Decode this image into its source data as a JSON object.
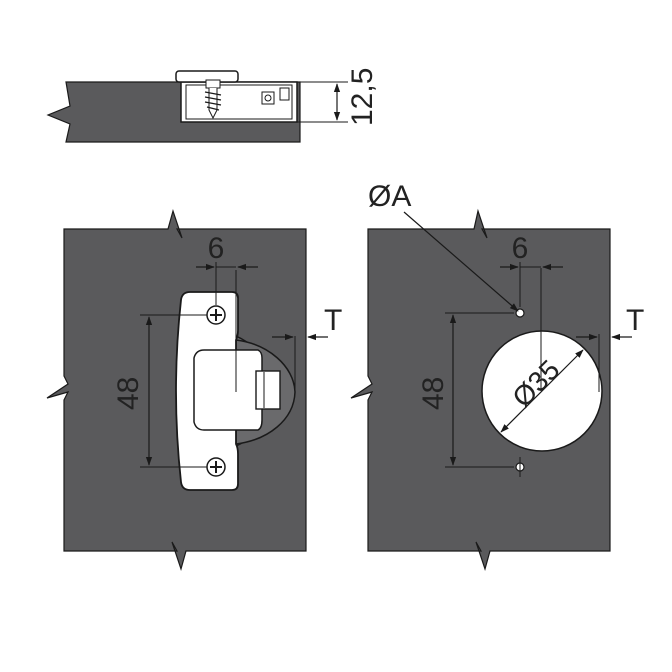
{
  "colors": {
    "panel": "#5a5a5c",
    "line": "#1a1a1a",
    "metal": "#ffffff",
    "background": "#ffffff"
  },
  "labels": {
    "side_depth": "12,5",
    "hinge_hole_offset": "6",
    "hinge_screw_spacing": "48",
    "hinge_overlay": "T",
    "drill_pilot_hole": "ØA",
    "drill_hole_offset": "6",
    "drill_screw_spacing": "48",
    "drill_cup_diameter": "Ø35",
    "drill_overlay": "T"
  }
}
